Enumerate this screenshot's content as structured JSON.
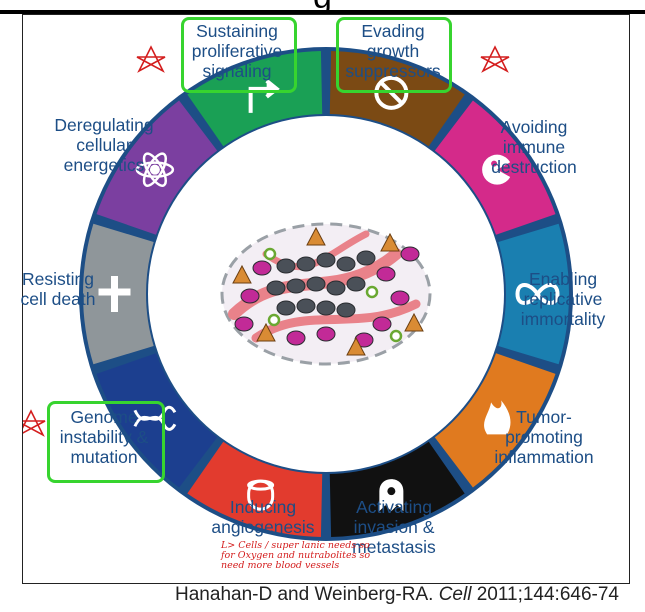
{
  "header_fragment": "g",
  "hallmarks": {
    "sustaining": "Sustaining proliferative signaling",
    "evading": "Evading growth suppressors",
    "avoiding": "Avoiding immune destruction",
    "enabling": "Enabling replicative immortality",
    "tumor": "Tumor- promoting inflammation",
    "activating": "Activating invasion & metastasis",
    "inducing": "Inducing angiogenesis",
    "genome": "Genome instability & mutation",
    "resisting": "Resisting cell death",
    "deregulating": "Deregulating cellular energetics"
  },
  "segment_colors": {
    "sustaining": "#1aa055",
    "evading": "#7b4a14",
    "avoiding": "#d42a8a",
    "enabling": "#1a7fb0",
    "tumor": "#e07a1f",
    "activating": "#111111",
    "inducing": "#e23b2e",
    "genome": "#1c3f8f",
    "resisting": "#8f969a",
    "deregulating": "#7b3fa0"
  },
  "segment_icons": {
    "sustaining": "turn-arrow-icon",
    "evading": "prohibition-icon",
    "avoiding": "pacman-cell-icon",
    "enabling": "infinity-icon",
    "tumor": "flame-icon",
    "activating": "ghost-cell-icon",
    "inducing": "vessel-icon",
    "genome": "dna-helix-icon",
    "resisting": "cross-icon",
    "deregulating": "atom-icon"
  },
  "highlight_color": "#37d42f",
  "annotation_color": "#d41e1e",
  "handwritten_note": "L> Cells / super lanic needs so for Oxygen and nutrabolites so need more blood vessels",
  "citation": {
    "authors": "Hanahan-D and Weinberg-RA.",
    "journal": "Cell",
    "details": "2011;144:646-74"
  }
}
